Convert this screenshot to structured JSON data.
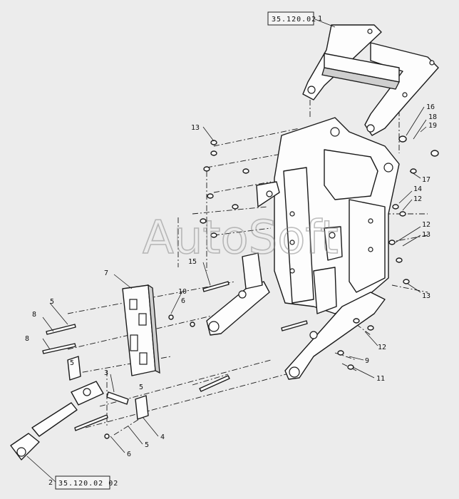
{
  "reference_boxes": {
    "top": "35.120.02",
    "bottom": "35.120.02 02"
  },
  "callouts": {
    "c1": "1",
    "c2": "2",
    "c3": "3",
    "c4": "4",
    "c5a": "5",
    "c5b": "5",
    "c5c": "5",
    "c5d": "5",
    "c6a": "6",
    "c6b": "6",
    "c7": "7",
    "c8a": "8",
    "c8b": "8",
    "c9": "9",
    "c10": "10",
    "c11": "11",
    "c12a": "12",
    "c12b": "12",
    "c12c": "12",
    "c13a": "13",
    "c13b": "13",
    "c13c": "13",
    "c14": "14",
    "c15": "15",
    "c16": "16",
    "c17": "17",
    "c18": "18",
    "c19": "19"
  },
  "watermark": "AutoSoft"
}
